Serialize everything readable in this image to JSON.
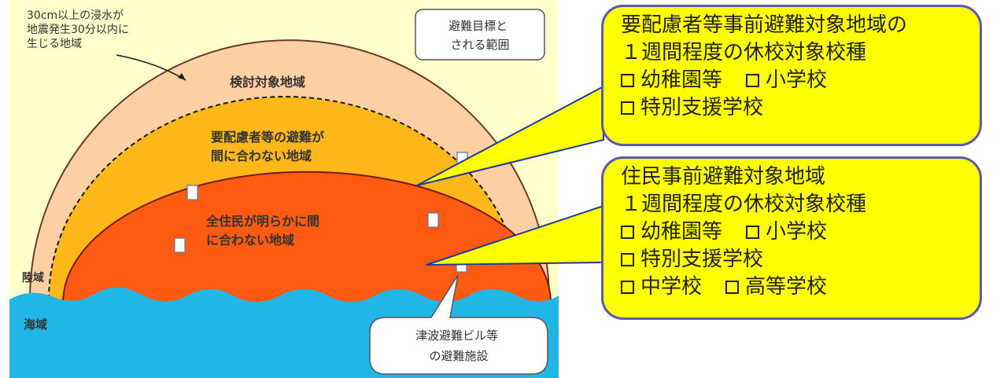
{
  "diagram": {
    "label_flood_condition": [
      "30cm以上の浸水が",
      "地震発生30分以内に",
      "生じる地域"
    ],
    "label_evacuation_target": [
      "避難目標と",
      "される範囲"
    ],
    "zone_review": "検討対象地域",
    "zone_vulnerable": [
      "要配慮者等の避難が",
      "間に合わない地域"
    ],
    "zone_all_residents": [
      "全住民が明らかに間",
      "に合わない地域"
    ],
    "label_land": "陸域",
    "label_sea": "海域",
    "label_shelter": [
      "津波避難ビル等",
      "の避難施設"
    ]
  },
  "callouts": [
    {
      "title": "要配慮者等事前避難対象地域の",
      "subtitle": "１週間程度の休校対象校種",
      "rows": [
        [
          "幼稚園等",
          "小学校"
        ],
        [
          "特別支援学校"
        ]
      ]
    },
    {
      "title": "住民事前避難対象地域",
      "subtitle": "１週間程度の休校対象校種",
      "rows": [
        [
          "幼稚園等",
          "小学校"
        ],
        [
          "特別支援学校"
        ],
        [
          "中学校",
          "高等学校"
        ]
      ]
    }
  ],
  "colors": {
    "background": "#ffffcc",
    "zone_review": "#fdd0a4",
    "zone_vulnerable": "#fdb718",
    "zone_all_residents": "#ff5a12",
    "sea": "#22b6e6",
    "callout_fill": "#ffff00",
    "callout_border": "#5a5ab4",
    "pointer_line": "#1e3a9a"
  }
}
